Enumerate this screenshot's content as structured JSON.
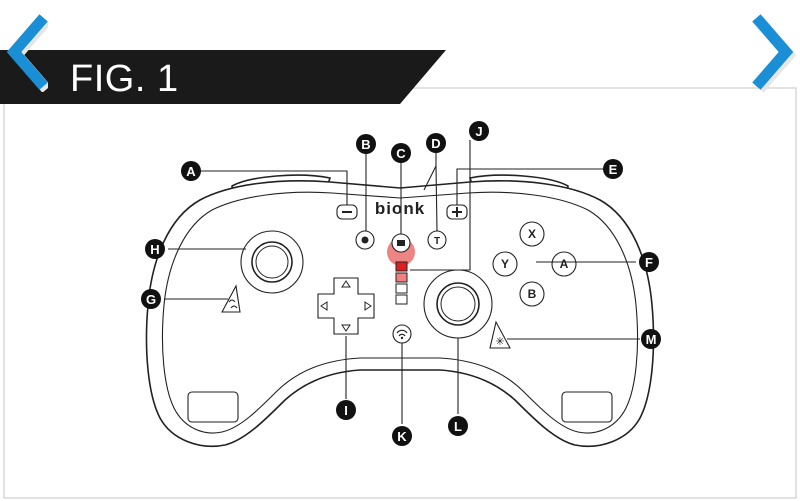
{
  "header": {
    "title": "FIG. 1",
    "prev_icon": "chevron-left-icon",
    "next_icon": "chevron-right-icon",
    "accent_color": "#1a8fd6",
    "banner_color": "#1a1a1a"
  },
  "controller": {
    "logo": "bionk",
    "face_buttons": [
      "X",
      "Y",
      "A",
      "B"
    ],
    "power_led_color": "#e02020"
  },
  "callouts": [
    {
      "letter": "A"
    },
    {
      "letter": "B"
    },
    {
      "letter": "C"
    },
    {
      "letter": "D"
    },
    {
      "letter": "J"
    },
    {
      "letter": "E"
    },
    {
      "letter": "H"
    },
    {
      "letter": "F"
    },
    {
      "letter": "G"
    },
    {
      "letter": "M"
    },
    {
      "letter": "I"
    },
    {
      "letter": "K"
    },
    {
      "letter": "L"
    }
  ]
}
